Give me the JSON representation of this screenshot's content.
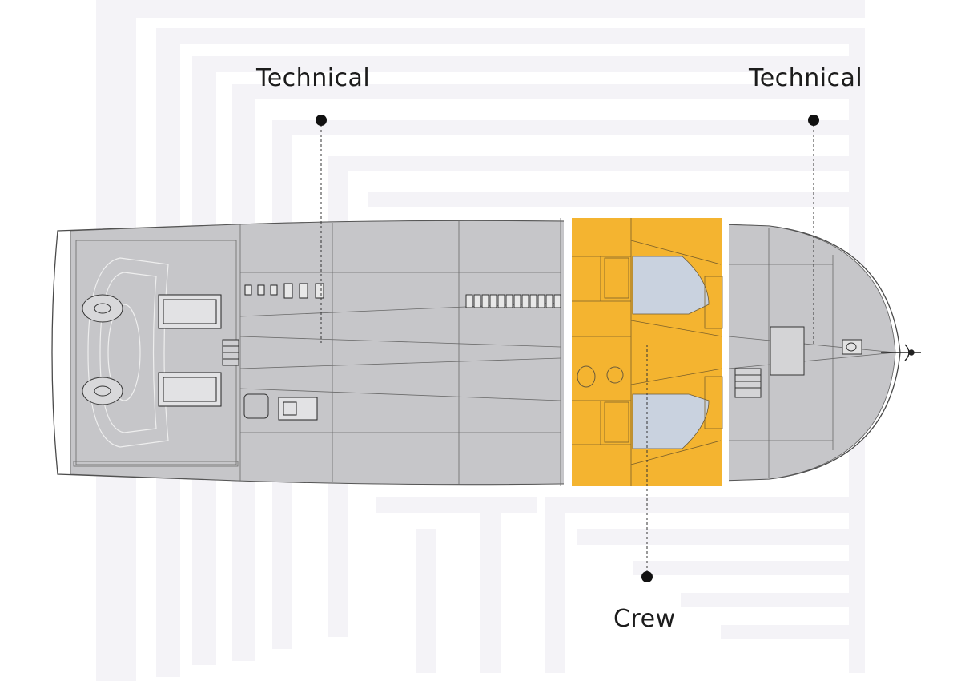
{
  "callouts": {
    "technical_left": "Technical",
    "technical_right": "Technical",
    "crew": "Crew"
  },
  "colors": {
    "hull_gray": "#c6c6c9",
    "crew_zone": "#f4b430",
    "berth_blue": "#c9d2df",
    "line": "#4a4a4a",
    "background_pattern": "#f4f3f7"
  }
}
